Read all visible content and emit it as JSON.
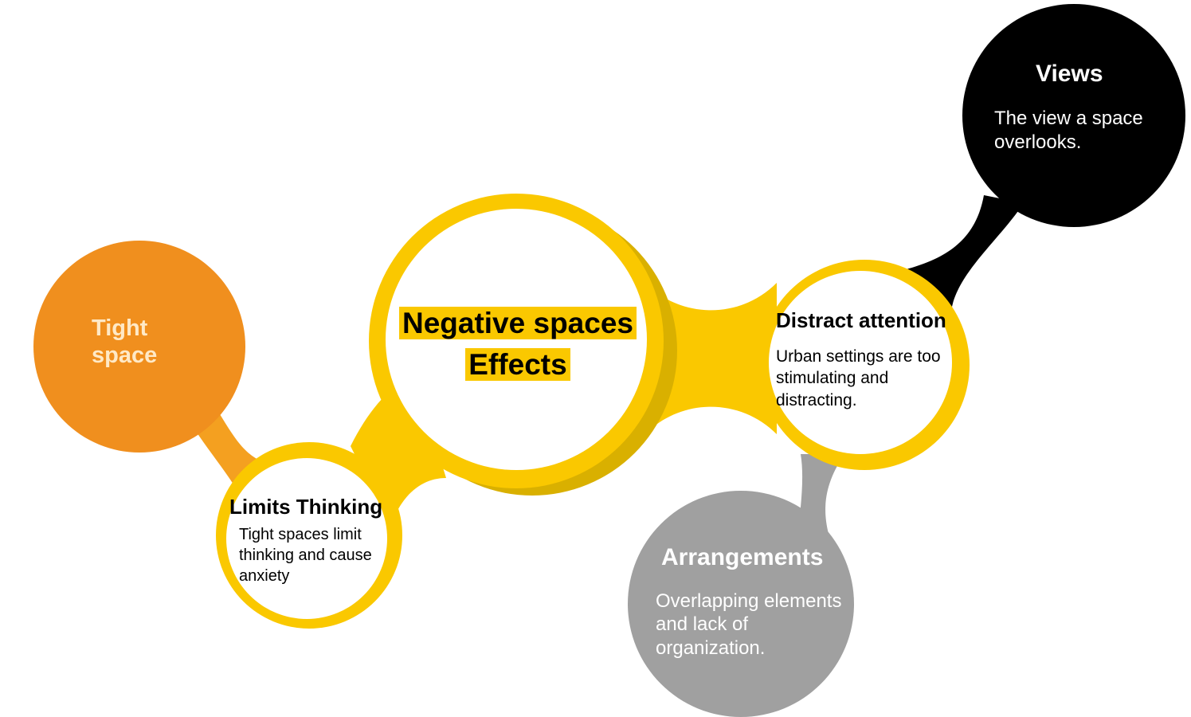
{
  "diagram": {
    "center": {
      "title_line1": "Negative spaces",
      "title_line2": "Effects"
    },
    "nodes": {
      "tight_space": {
        "title": "Tight\nspace"
      },
      "limits_thinking": {
        "title": "Limits Thinking",
        "text": "Tight spaces limit thinking and cause anxiety"
      },
      "distract_attention": {
        "title": "Distract attention",
        "text": "Urban settings are too stimulating and distracting."
      },
      "views": {
        "title": "Views",
        "text": "The view a space overlooks."
      },
      "arrangements": {
        "title": "Arrangements",
        "text": "Overlapping elements and lack of organization."
      }
    },
    "colors": {
      "yellow": "#fac800",
      "yellow_shadow": "#d9b000",
      "orange": "#f08f1e",
      "orange_connector": "#f4a020",
      "black": "#000000",
      "gray": "#a0a0a0",
      "white": "#ffffff",
      "tight_text": "#ffe9c6"
    }
  }
}
